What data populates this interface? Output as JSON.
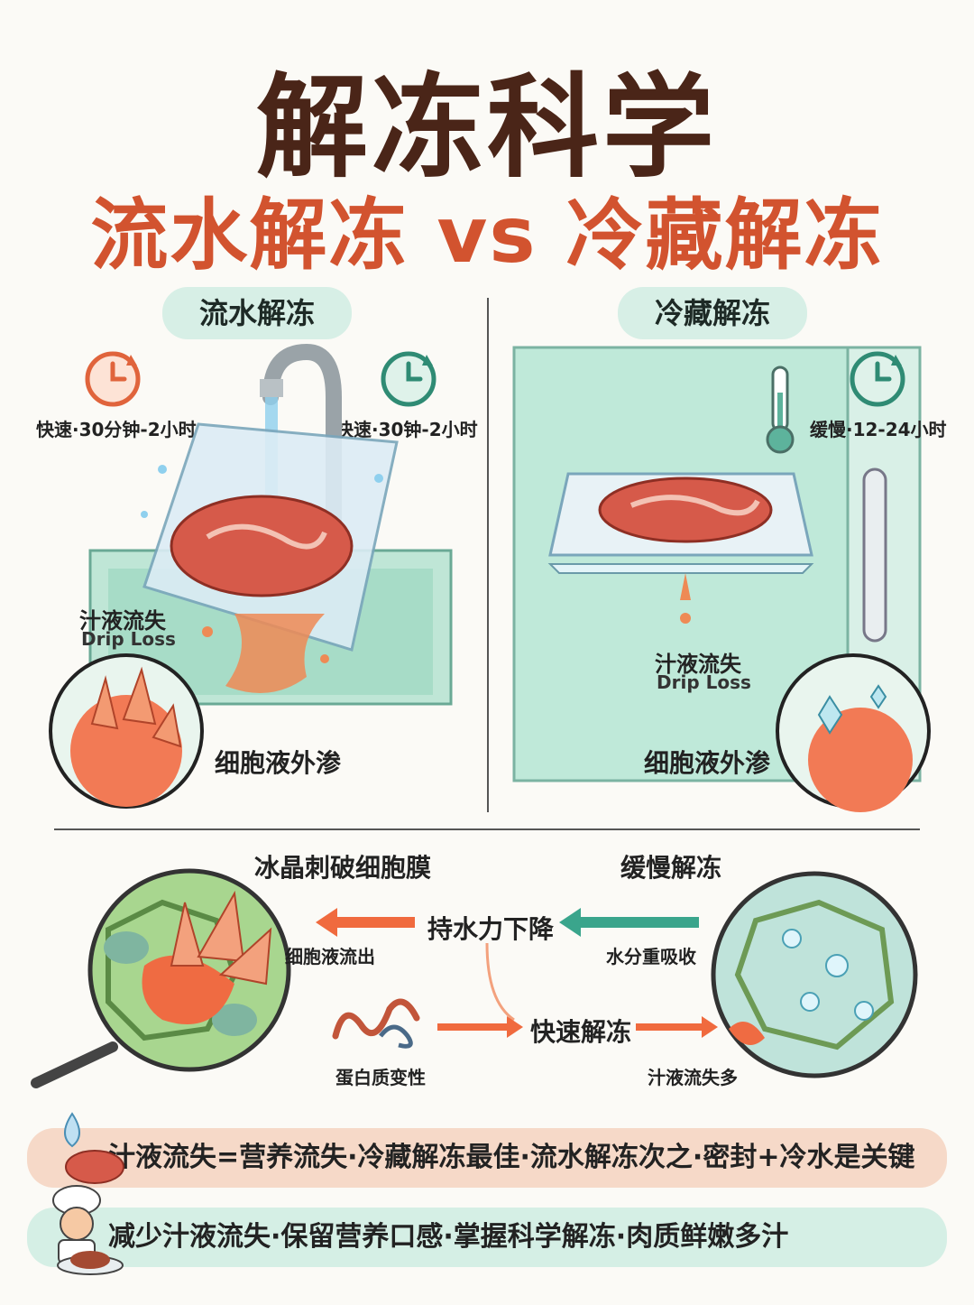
{
  "header": {
    "title": "解冻科学",
    "subtitle": "流水解冻 vs 冷藏解冻"
  },
  "left_panel": {
    "title": "流水解冻",
    "clock_left_label": "快速·30分钟-2小时",
    "clock_right_label": "快速·30钟-2小时",
    "drip_cn": "汁液流失",
    "drip_en": "Drip Loss",
    "cell_label": "细胞液外渗"
  },
  "right_panel": {
    "title": "冷藏解冻",
    "clock_label": "缓慢·12-24小时",
    "drip_cn": "汁液流失",
    "drip_en": "Drip Loss",
    "cell_label": "细胞液外渗"
  },
  "bottom": {
    "ice_title": "冰晶刺破细胞膜",
    "slow_title": "缓慢解冻",
    "water_hold": "持水力下降",
    "cell_out": "细胞液流出",
    "reabsorb": "水分重吸收",
    "fast": "快速解冻",
    "protein": "蛋白质变性",
    "drip_more": "汁液流失多"
  },
  "banners": {
    "first": "汁液流失=营养流失·冷藏解冻最佳·流水解冻次之·密封+冷水是关键",
    "second": "减少汁液流失·保留营养口感·掌握科学解冻·肉质鲜嫩多汁"
  },
  "colors": {
    "title_brown": "#4a2518",
    "title_orange": "#d2532f",
    "mint": "#d7efe6",
    "orange_arrow": "#f06a3e",
    "teal_arrow": "#3aa58c"
  }
}
